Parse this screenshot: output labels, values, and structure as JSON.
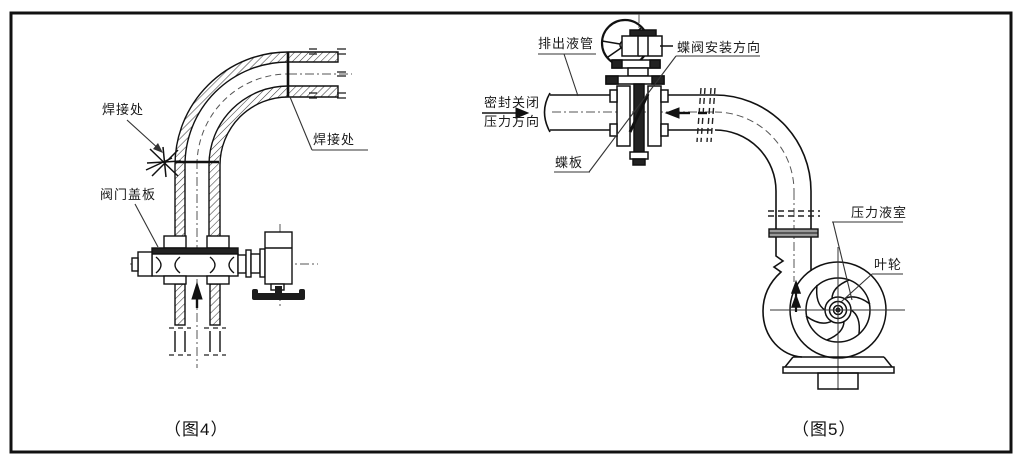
{
  "page": {
    "type": "technical-diagram",
    "background": "#ffffff",
    "line_color": "#1a1a1a"
  },
  "figure4": {
    "caption": "（图4）",
    "labels": {
      "weld_left": "焊接处",
      "weld_right": "焊接处",
      "valve_cover": "阀门盖板"
    }
  },
  "figure5": {
    "caption": "（图5）",
    "labels": {
      "discharge_pipe": "排出液管",
      "valve_direction": "蝶阀安装方向",
      "seal_close": "密封关闭",
      "pressure_direction": "压力方向",
      "butterfly_plate": "蝶板",
      "pressure_chamber": "压力液室",
      "impeller": "叶轮"
    }
  }
}
